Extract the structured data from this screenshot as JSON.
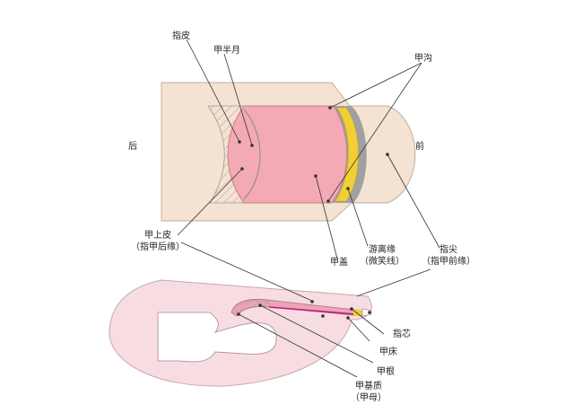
{
  "labels": {
    "cuticle": "指皮",
    "lunula": "甲半月",
    "nail_groove": "甲沟",
    "back": "后",
    "front": "前",
    "eponychium_line1": "甲上皮",
    "eponychium_line2": "（指甲后缘）",
    "nail_plate": "甲盖",
    "free_edge_line1": "游离缘",
    "free_edge_line2": "（微笑线）",
    "fingertip_line1": "指尖",
    "fingertip_line2": "（指甲前缘）",
    "hyponychium": "指芯",
    "nail_bed": "甲床",
    "nail_root": "甲根",
    "matrix_line1": "甲基质",
    "matrix_line2": "（甲母）"
  },
  "colors": {
    "skin": "#f4e2d2",
    "skin_stroke": "#bfae9f",
    "nail_pink": "#f3aab4",
    "nail_stroke": "#c47f88",
    "free_edge_yellow": "#f1cf35",
    "nail_groove_gray": "#a0a0a0",
    "hatch": "#b49c9c",
    "leader": "#333333",
    "section_skin": "#f7dde2",
    "section_nail": "#e8a6b4"
  }
}
